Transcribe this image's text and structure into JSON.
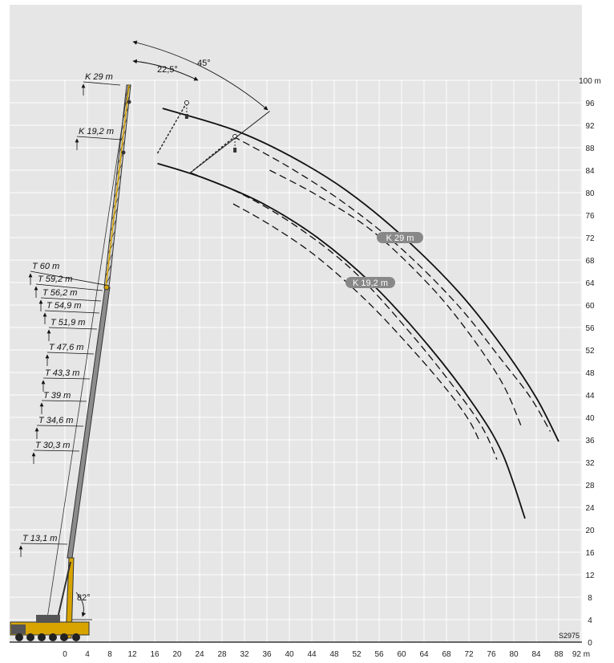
{
  "chart_data": {
    "type": "line",
    "title": "",
    "x_axis": {
      "ticks": [
        "0",
        "4",
        "8",
        "12",
        "16",
        "20",
        "24",
        "28",
        "32",
        "36",
        "40",
        "44",
        "48",
        "52",
        "56",
        "60",
        "64",
        "68",
        "72",
        "76",
        "80",
        "84",
        "88",
        "92 m"
      ],
      "range": [
        0,
        92
      ]
    },
    "y_axis": {
      "ticks": [
        "0",
        "4",
        "8",
        "12",
        "16",
        "20",
        "24",
        "28",
        "32",
        "36",
        "40",
        "44",
        "48",
        "52",
        "56",
        "60",
        "64",
        "68",
        "72",
        "76",
        "80",
        "84",
        "88",
        "92",
        "96",
        "100 m"
      ],
      "range": [
        0,
        100
      ]
    },
    "series": [
      {
        "name": "K 29 m",
        "style": "solid",
        "x": [
          17.4,
          30,
          40,
          50,
          60,
          70,
          78,
          84,
          88
        ],
        "y": [
          95,
          91.2,
          86.6,
          80.5,
          72.4,
          62.5,
          52.5,
          43.5,
          35.7
        ]
      },
      {
        "name": "K 29 m",
        "style": "dashed",
        "x": [
          30,
          40,
          50,
          60,
          70,
          78,
          83,
          86.5
        ],
        "y": [
          90,
          84.5,
          78,
          70,
          60,
          50,
          43.5,
          37.5
        ]
      },
      {
        "name": "K 29 m",
        "style": "dashed",
        "x": [
          36.5,
          45,
          55,
          65,
          72,
          78,
          81.5
        ],
        "y": [
          84,
          79.5,
          73,
          63.5,
          55,
          46,
          38
        ]
      },
      {
        "name": "K 19,2 m",
        "style": "solid",
        "x": [
          16.5,
          25,
          35,
          45,
          55,
          65,
          73,
          78,
          82
        ],
        "y": [
          85.2,
          82.5,
          78.2,
          72,
          63.5,
          52.5,
          42,
          33.5,
          22
        ]
      },
      {
        "name": "K 19,2 m",
        "style": "dashed",
        "x": [
          22.5,
          32,
          42,
          52,
          62,
          70,
          74.5,
          77
        ],
        "y": [
          83.5,
          79.5,
          73.5,
          65.5,
          54.5,
          44.5,
          38,
          32.5
        ]
      },
      {
        "name": "K 19,2 m",
        "style": "dashed",
        "x": [
          30,
          37,
          45,
          54,
          62,
          68,
          72,
          74
        ],
        "y": [
          78,
          74,
          68.5,
          60.5,
          52,
          45,
          39.5,
          35.5
        ]
      }
    ],
    "grid": true,
    "curve_labels": [
      "K 29 m",
      "K 19,2 m"
    ],
    "boom_labels": [
      "K 29 m",
      "K 19,2 m",
      "T 60 m",
      "T 59,2 m",
      "T 56,2 m",
      "T 54,9 m",
      "T 51,9 m",
      "T 47,6 m",
      "T 43,3 m",
      "T 39 m",
      "T 34,6 m",
      "T 30,3 m",
      "T 13,1 m"
    ],
    "angles": [
      "45°",
      "22,5°",
      "82°"
    ],
    "drawing_code": "S2975",
    "colors": {
      "boom": "#d8a400",
      "grid": "#ffffff",
      "background": "#e6e6e6",
      "pill": "#888888"
    }
  }
}
